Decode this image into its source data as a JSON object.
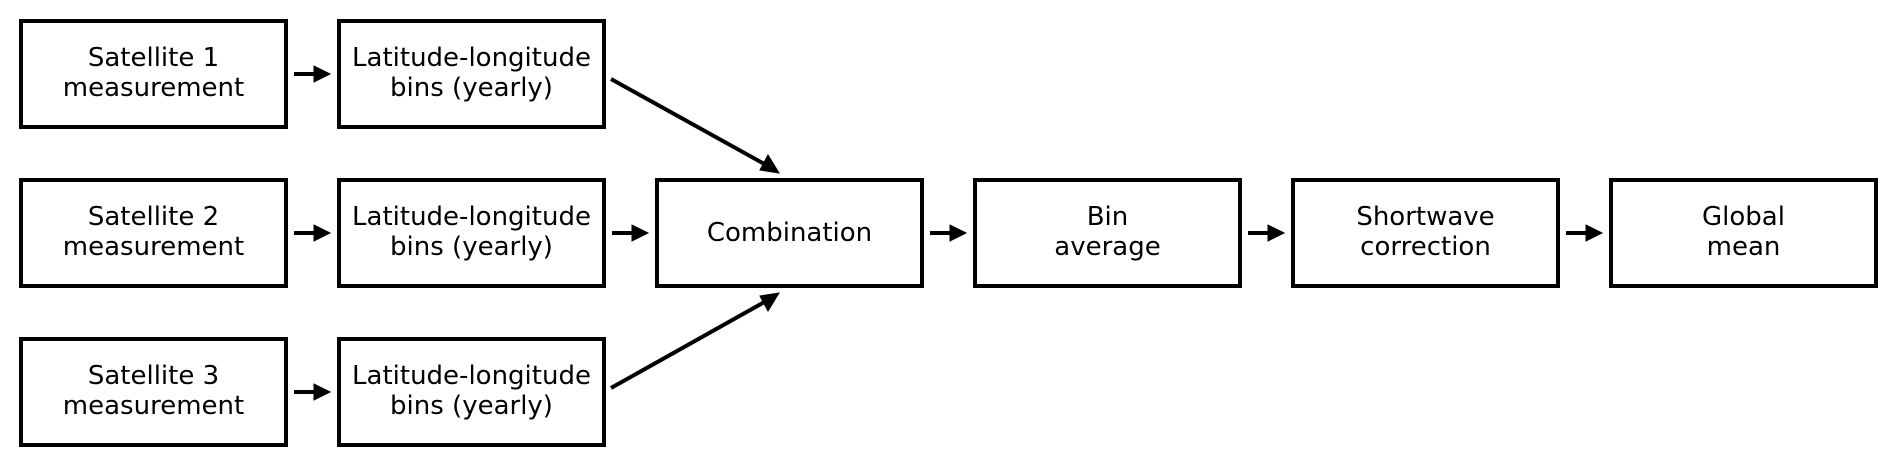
{
  "diagram": {
    "nodes": [
      {
        "id": "sat1",
        "lines": [
          "Satellite 1",
          "measurement"
        ]
      },
      {
        "id": "bins1",
        "lines": [
          "Latitude-longitude",
          "bins (yearly)"
        ]
      },
      {
        "id": "sat2",
        "lines": [
          "Satellite 2",
          "measurement"
        ]
      },
      {
        "id": "bins2",
        "lines": [
          "Latitude-longitude",
          "bins (yearly)"
        ]
      },
      {
        "id": "sat3",
        "lines": [
          "Satellite 3",
          "measurement"
        ]
      },
      {
        "id": "bins3",
        "lines": [
          "Latitude-longitude",
          "bins (yearly)"
        ]
      },
      {
        "id": "combination",
        "lines": [
          "Combination"
        ]
      },
      {
        "id": "binavg",
        "lines": [
          "Bin",
          "average"
        ]
      },
      {
        "id": "swcorr",
        "lines": [
          "Shortwave",
          "correction"
        ]
      },
      {
        "id": "globalmean",
        "lines": [
          "Global",
          "mean"
        ]
      }
    ],
    "edges": [
      {
        "from": "sat1",
        "to": "bins1"
      },
      {
        "from": "sat2",
        "to": "bins2"
      },
      {
        "from": "sat3",
        "to": "bins3"
      },
      {
        "from": "bins1",
        "to": "combination"
      },
      {
        "from": "bins2",
        "to": "combination"
      },
      {
        "from": "bins3",
        "to": "combination"
      },
      {
        "from": "combination",
        "to": "binavg"
      },
      {
        "from": "binavg",
        "to": "swcorr"
      },
      {
        "from": "swcorr",
        "to": "globalmean"
      }
    ]
  }
}
